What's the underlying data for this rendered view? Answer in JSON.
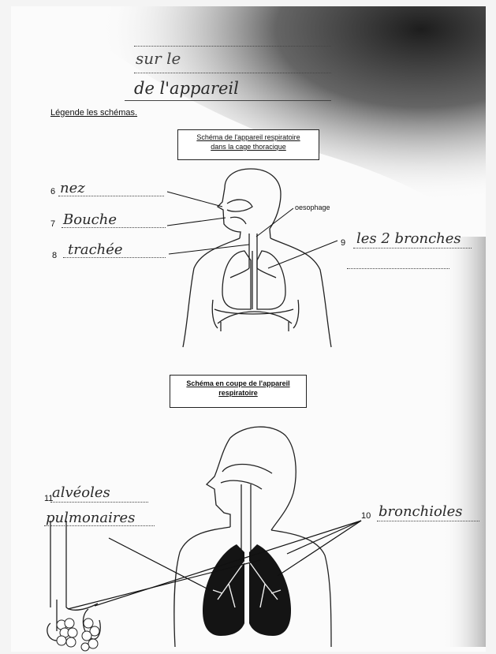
{
  "header": {
    "line1": "sur le",
    "line2": "de l'appareil"
  },
  "instruction": "Légende les schémas.",
  "diagram1": {
    "title_line1": "Schéma de l'appareil respiratoire",
    "title_line2": "dans la cage thoracique",
    "label_oesophage": "oesophage",
    "items": [
      {
        "num": "6",
        "answer": "nez"
      },
      {
        "num": "7",
        "answer": "Bouche"
      },
      {
        "num": "8",
        "answer": "trachée"
      },
      {
        "num": "9",
        "answer": "les 2 bronches"
      }
    ]
  },
  "diagram2": {
    "title_line1": "Schéma en coupe de l'appareil",
    "title_line2": "respiratoire",
    "items": [
      {
        "num": "11",
        "answer_line1": "alvéoles",
        "answer_line2": "pulmonaires"
      },
      {
        "num": "10",
        "answer": "bronchioles"
      }
    ]
  }
}
